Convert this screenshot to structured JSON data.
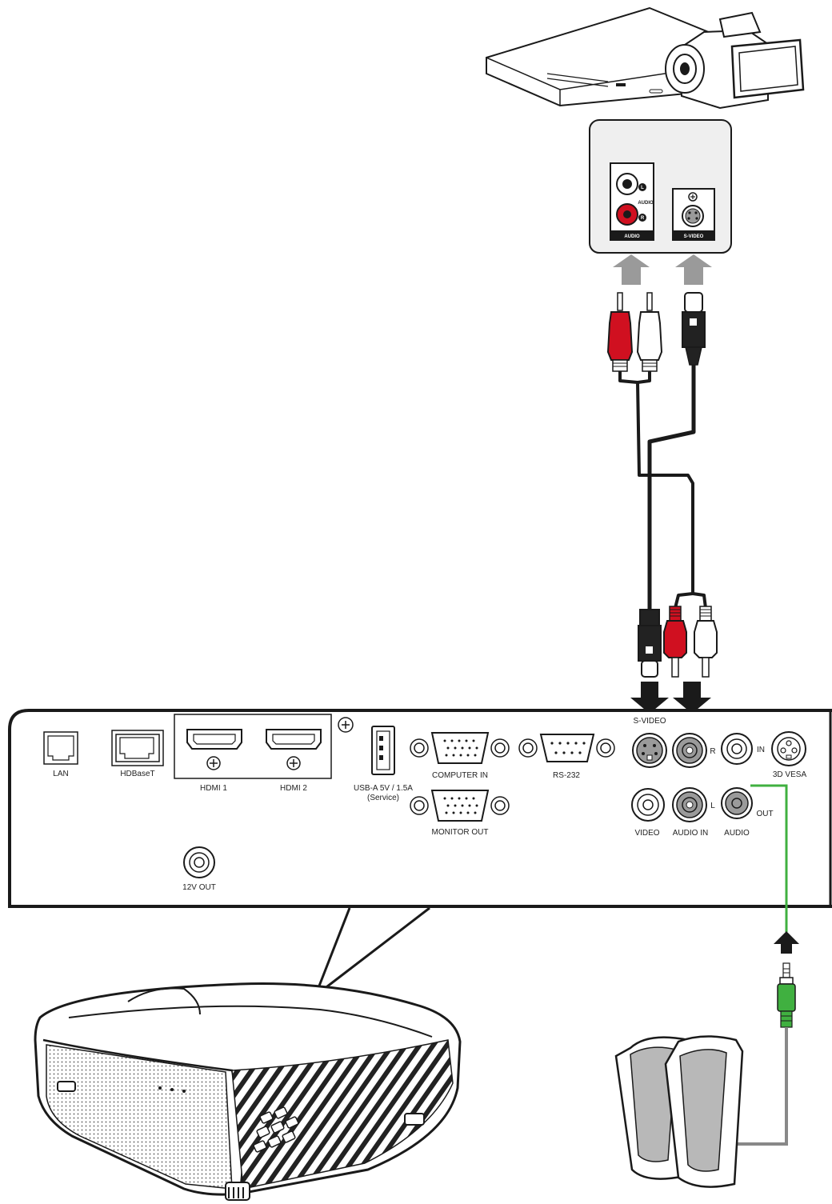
{
  "source_panel": {
    "audio_l": "L",
    "audio_r": "R",
    "audio_side": "AUDIO",
    "audio_tag": "AUDIO",
    "svideo_tag": "S-VIDEO"
  },
  "projector_panel": {
    "lan": "LAN",
    "hdbaset": "HDBaseT",
    "hdmi1": "HDMI 1",
    "hdmi2": "HDMI 2",
    "usb_line1": "USB-A 5V / 1.5A",
    "usb_line2": "(Service)",
    "computer_in": "COMPUTER IN",
    "rs232": "RS-232",
    "monitor_out": "MONITOR OUT",
    "twelve_v_out": "12V OUT",
    "svideo": "S-VIDEO",
    "video": "VIDEO",
    "audio_in": "AUDIO IN",
    "audio_r": "R",
    "audio_l": "L",
    "audio": "AUDIO",
    "in": "IN",
    "out": "OUT",
    "vesa": "3D VESA"
  },
  "colors": {
    "outline": "#1a1a1a",
    "panel_fill": "#efefef",
    "port_gray": "#9a9a9a",
    "arrow_gray": "#9a9a9a",
    "rca_red": "#d01020",
    "audio_cable_green": "#40b040",
    "speaker_gray": "#b8b8b8"
  },
  "icons": [
    "camcorder-icon",
    "dvd-player-icon",
    "projector-icon",
    "speakers-icon"
  ]
}
